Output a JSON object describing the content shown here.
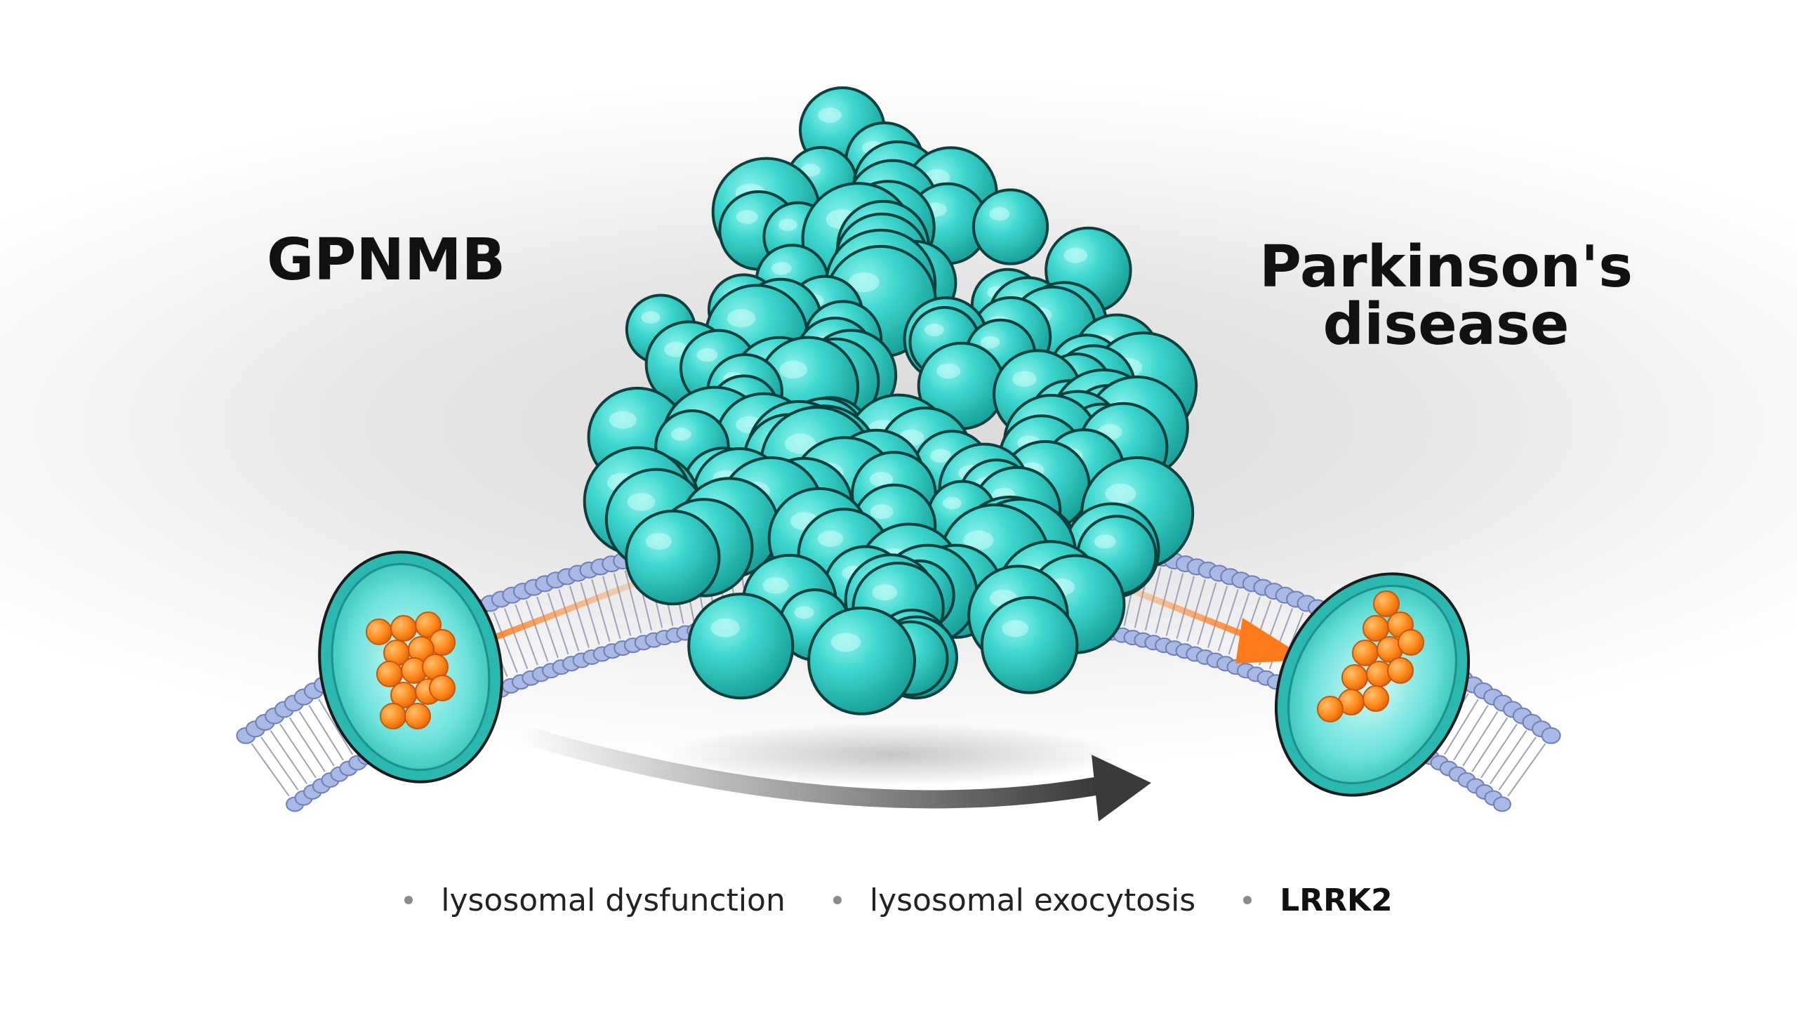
{
  "labels": {
    "left_title": "GPNMB",
    "right_title_line1": "Parkinson's",
    "right_title_line2": "disease"
  },
  "keywords": [
    {
      "text": "lysosomal dysfunction",
      "bold": false
    },
    {
      "text": "lysosomal exocytosis",
      "bold": false
    },
    {
      "text": "LRRK2",
      "bold": true
    }
  ],
  "colors": {
    "protein": "#2fd3cb",
    "protein_shade": "#1aa9a3",
    "membrane_head": "#a9b9e6",
    "vesicle": "#5ee0d8",
    "cargo": "#ff8a1c",
    "arrow_orange": "#ff7a1a",
    "arrow_dark": "#3a3a3a"
  },
  "icons": {
    "protein": "protein-surface-icon",
    "vesicle": "lysosome-vesicle-icon",
    "membrane": "lipid-bilayer-icon"
  }
}
